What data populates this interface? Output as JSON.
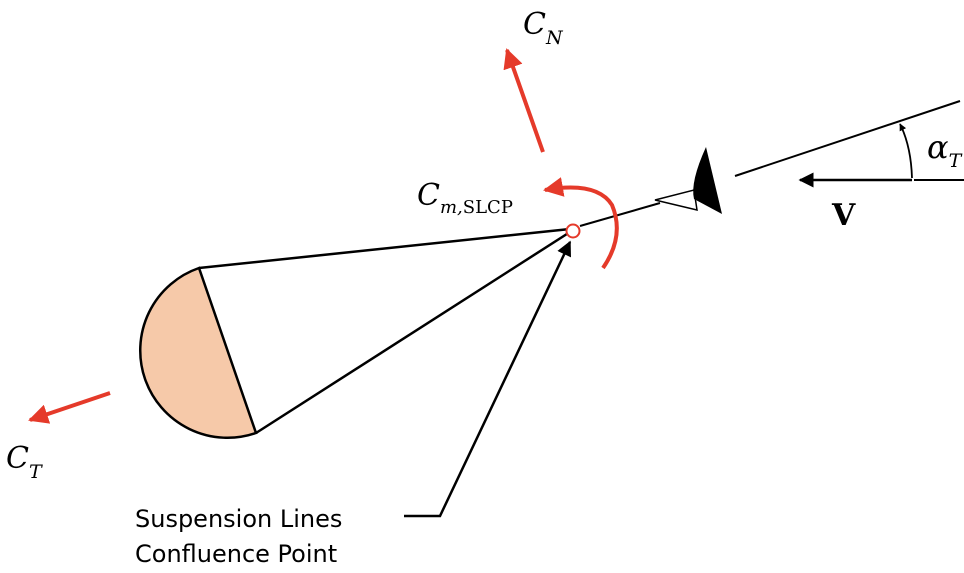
{
  "labels": {
    "cn": {
      "main": "C",
      "sub": "N"
    },
    "ct": {
      "main": "C",
      "sub": "T"
    },
    "cm": {
      "main": "C",
      "sub": "m,",
      "sub2": "SLCP"
    },
    "alpha": {
      "main": "α",
      "sub": "T"
    },
    "velocity": "V",
    "callout_line1": "Suspension Lines",
    "callout_line2": "Confluence Point"
  },
  "colors": {
    "force_arrow": "#e53a2a",
    "canopy_fill": "#f6c9a9",
    "line": "#000000",
    "capsule": "#000000"
  }
}
